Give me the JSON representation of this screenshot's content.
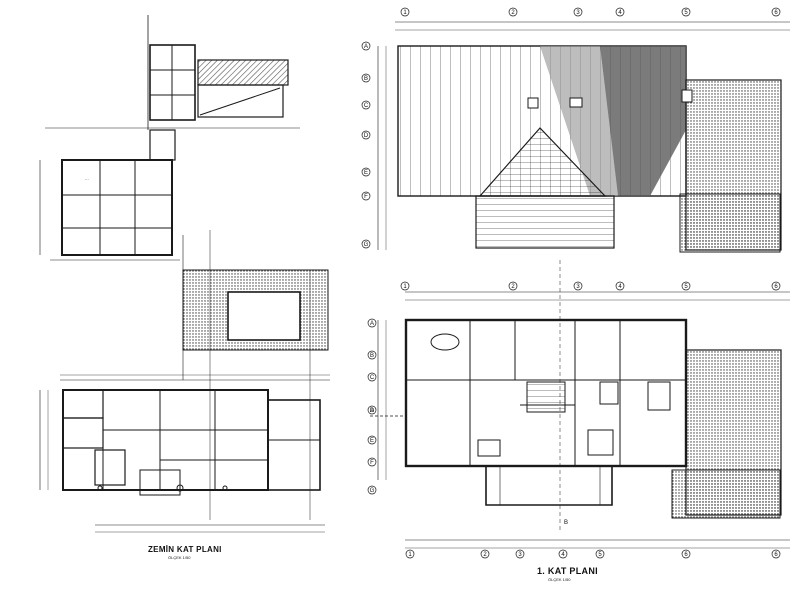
{
  "plans": [
    {
      "id": "ground",
      "title": "ZEMİN KAT PLANI",
      "scale": "ÖLÇEK 1/50"
    },
    {
      "id": "first",
      "title": "1. KAT PLANI",
      "scale": "ÖLÇEK 1/50"
    }
  ],
  "axis_numbers": [
    "1",
    "2",
    "3",
    "4",
    "5",
    "6"
  ],
  "axis_letters": [
    "A",
    "B",
    "C",
    "D",
    "E",
    "F",
    "G"
  ],
  "section_marks": [
    "A",
    "B"
  ],
  "colors": {
    "ink": "#1a1a1a",
    "paper": "#ffffff",
    "hatch": "#7a7a7a"
  }
}
